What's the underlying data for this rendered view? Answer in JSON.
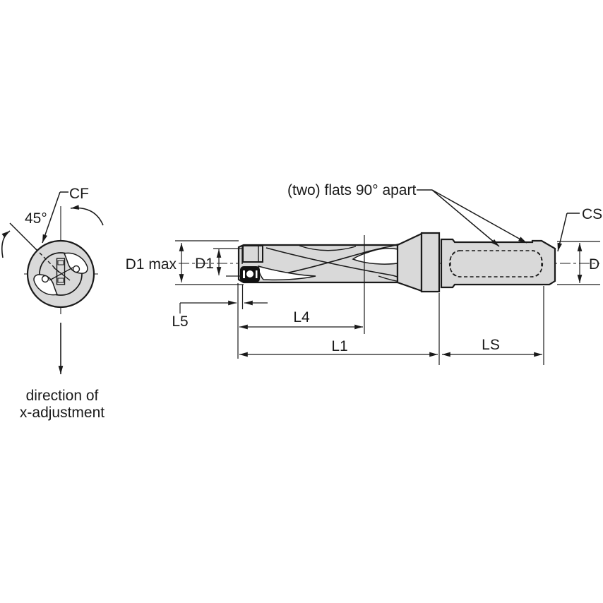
{
  "drawing": {
    "background": "#ffffff",
    "line_color": "#1a1a1a",
    "metal_fill": "#d9d9d9",
    "type": "indexable-drill-dimension-drawing"
  },
  "end_view": {
    "cf_label": "CF",
    "angle_label": "45°",
    "direction_label_line1": "direction of",
    "direction_label_line2": "x-adjustment"
  },
  "side_view": {
    "flats_note": "(two) flats 90° apart",
    "dim_d1_max": "D1 max",
    "dim_d1": "D1",
    "dim_l5": "L5",
    "dim_l4": "L4",
    "dim_l1": "L1",
    "dim_ls": "LS",
    "dim_d": "D",
    "dim_cs": "CS"
  }
}
